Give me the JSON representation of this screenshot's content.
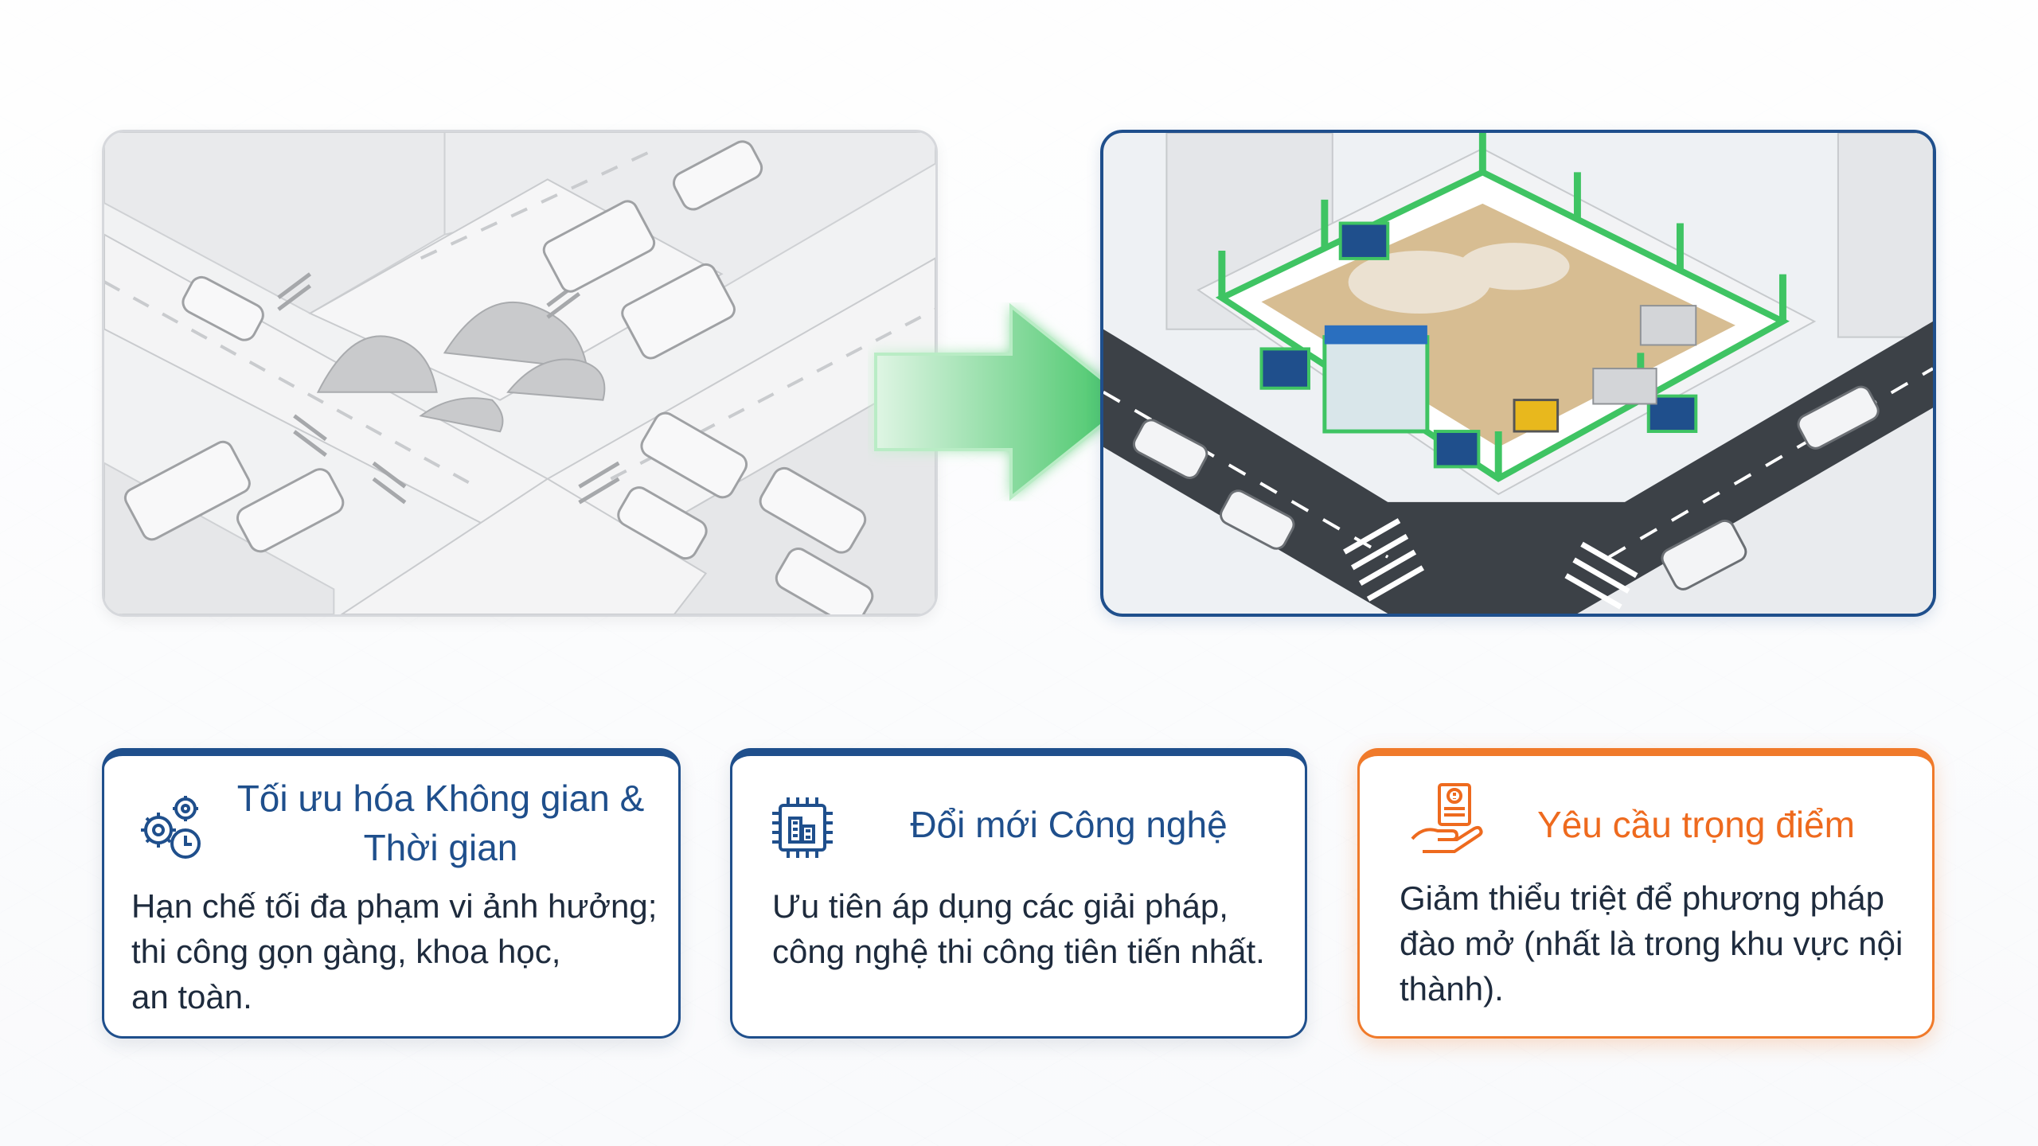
{
  "colors": {
    "navy": "#1f4f8c",
    "orange": "#ee6a1e",
    "green": "#3fc463",
    "grey_panel": "#f1f2f3"
  },
  "panels": {
    "before": {
      "icon": "chaotic-intersection-illustration"
    },
    "arrow": {
      "icon": "green-right-arrow-icon"
    },
    "after": {
      "icon": "enclosed-construction-site-illustration"
    }
  },
  "cards": [
    {
      "icon": "gears-clock-icon",
      "title_line1": "Tối ưu hóa Không gian &",
      "title_line2": "Thời gian",
      "body_line1": "Hạn chế tối đa phạm vi ảnh hưởng;",
      "body_line2": "thi công gọn gàng, khoa học,",
      "body_line3": "an toàn."
    },
    {
      "icon": "chip-building-icon",
      "title_line1": "Đổi mới Công nghệ",
      "body_line1": "Ưu tiên áp dụng các giải pháp,",
      "body_line2": "công nghệ thi công tiên tiến nhất."
    },
    {
      "icon": "hand-document-icon",
      "title_line1": "Yêu cầu trọng điểm",
      "body_line1": "Giảm thiểu triệt để phương pháp",
      "body_line2": "đào mở (nhất là trong khu vực nội",
      "body_line3": "thành)."
    }
  ]
}
